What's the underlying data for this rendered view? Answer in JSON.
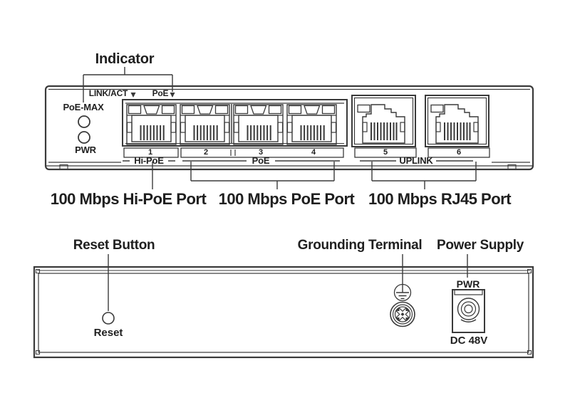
{
  "front_panel": {
    "indicator_label": "Indicator",
    "link_act_label": "LINK/ACT",
    "poe_led_label": "PoE",
    "poe_max_label": "PoE-MAX",
    "pwr_label": "PWR",
    "port_numbers": [
      "1",
      "2",
      "3",
      "4",
      "5",
      "6"
    ],
    "group_labels": {
      "hi_poe": "Hi-PoE",
      "poe": "PoE",
      "uplink": "UPLINK"
    },
    "captions": {
      "hi_poe": "100 Mbps Hi-PoE Port",
      "poe": "100 Mbps PoE Port",
      "rj45": "100 Mbps RJ45 Port"
    }
  },
  "rear_panel": {
    "reset_button_label": "Reset Button",
    "grounding_terminal_label": "Grounding Terminal",
    "power_supply_label": "Power Supply",
    "reset_label": "Reset",
    "pwr_label": "PWR",
    "dc_voltage_label": "DC 48V"
  },
  "colors": {
    "line": "#3a3a3a",
    "text": "#1f1f1f",
    "background": "#ffffff"
  }
}
